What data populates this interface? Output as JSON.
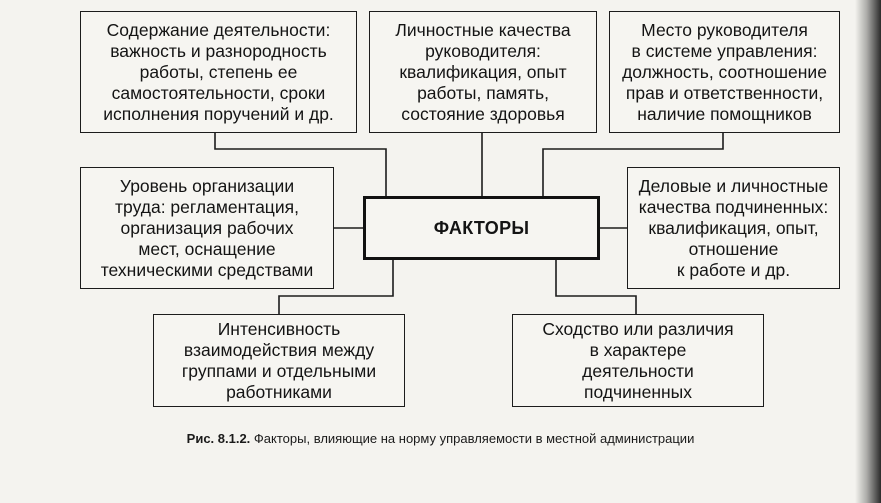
{
  "center": "ФАКТОРЫ",
  "factors": {
    "activity_content": "Содержание деятельности:\nважность и разнородность\nработы, степень ее\nсамостоятельности, сроки\nисполнения поручений и др.",
    "personal_qualities": "Личностные качества\nруководителя:\nквалификация, опыт\nработы, память,\nсостояние здоровья",
    "manager_place": "Место руководителя\nв системе управления:\nдолжность, соотношение\nправ и ответственности,\nналичие помощников",
    "labor_organization": "Уровень организации\nтруда: регламентация,\nорганизация рабочих\nмест, оснащение\nтехническими средствами",
    "subordinate_qualities": "Деловые и личностные\nкачества подчиненных:\nквалификация, опыт,\nотношение\nк работе и др.",
    "interaction_intensity": "Интенсивность\nвзаимодействия между\nгруппами и отдельными\nработниками",
    "activity_similarity": "Сходство или различия\nв характере\nдеятельности\nподчиненных"
  },
  "caption": {
    "label": "Рис. 8.1.2.",
    "text": " Факторы, влияющие на норму управляемости в местной администрации"
  }
}
